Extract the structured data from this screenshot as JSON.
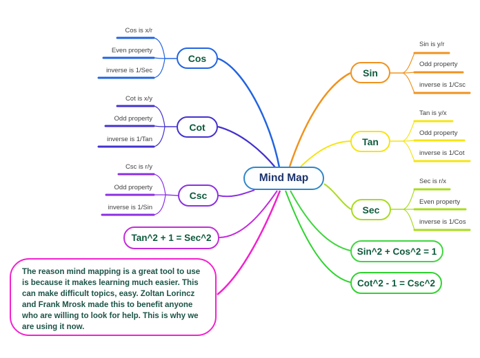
{
  "app_title": "Mind Map",
  "center": {
    "label": "Mind Map"
  },
  "palette": {
    "center_border": "#2e86c8",
    "center_text": "#1c336b",
    "topic_text": "#0d5a3c",
    "leaf_text": "#3e3e3e",
    "cos": "#2264e0",
    "cot": "#4331ce",
    "csc": "#8b2fe2",
    "tan2": "#c32bd9",
    "note": "#f320ce",
    "sin": "#f0921e",
    "tan": "#f6e414",
    "sec": "#a8dc1c",
    "sin2": "#3fd53f",
    "cot2": "#2ed32e"
  },
  "branches": [
    {
      "id": "cos",
      "label": "Cos",
      "color": "#2264e0",
      "side": "left",
      "children": [
        "Cos is x/r",
        "Even property",
        "inverse is 1/Sec"
      ]
    },
    {
      "id": "cot",
      "label": "Cot",
      "color": "#4331ce",
      "side": "left",
      "children": [
        "Cot is x/y",
        "Odd property",
        "inverse is 1/Tan"
      ]
    },
    {
      "id": "csc",
      "label": "Csc",
      "color": "#8b2fe2",
      "side": "left",
      "children": [
        "Csc is r/y",
        "Odd property",
        "inverse is 1/Sin"
      ]
    },
    {
      "id": "tan2",
      "label": "Tan^2 + 1 = Sec^2",
      "color": "#c32bd9",
      "side": "left",
      "children": []
    },
    {
      "id": "sin",
      "label": "Sin",
      "color": "#f0921e",
      "side": "right",
      "children": [
        "Sin is y/r",
        "Odd property",
        "inverse is 1/Csc"
      ]
    },
    {
      "id": "tan",
      "label": "Tan",
      "color": "#f6e414",
      "side": "right",
      "children": [
        "Tan is y/x",
        "Odd property",
        "inverse is 1/Cot"
      ]
    },
    {
      "id": "sec",
      "label": "Sec",
      "color": "#a8dc1c",
      "side": "right",
      "children": [
        "Sec is r/x",
        "Even property",
        "inverse is 1/Cos"
      ]
    },
    {
      "id": "sin2",
      "label": "Sin^2 + Cos^2 = 1",
      "color": "#3fd53f",
      "side": "right",
      "children": []
    },
    {
      "id": "cot2",
      "label": "Cot^2 - 1 = Csc^2",
      "color": "#2ed32e",
      "side": "right",
      "children": []
    }
  ],
  "note": {
    "text": "The reason mind mapping is a great tool to use is because it makes learning much easier. This can make difficult topics, easy. Zoltan Lorincz and Frank Mrosk made this to benefit anyone who are willing to look for help. This is why we are using it now."
  }
}
